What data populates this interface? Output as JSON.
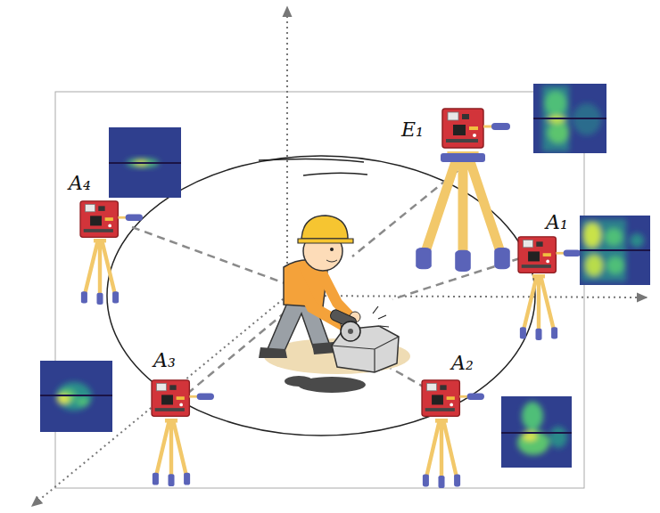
{
  "diagram": {
    "labels": [
      "E₁",
      "A₄",
      "A₁",
      "A₃",
      "A₂"
    ]
  }
}
